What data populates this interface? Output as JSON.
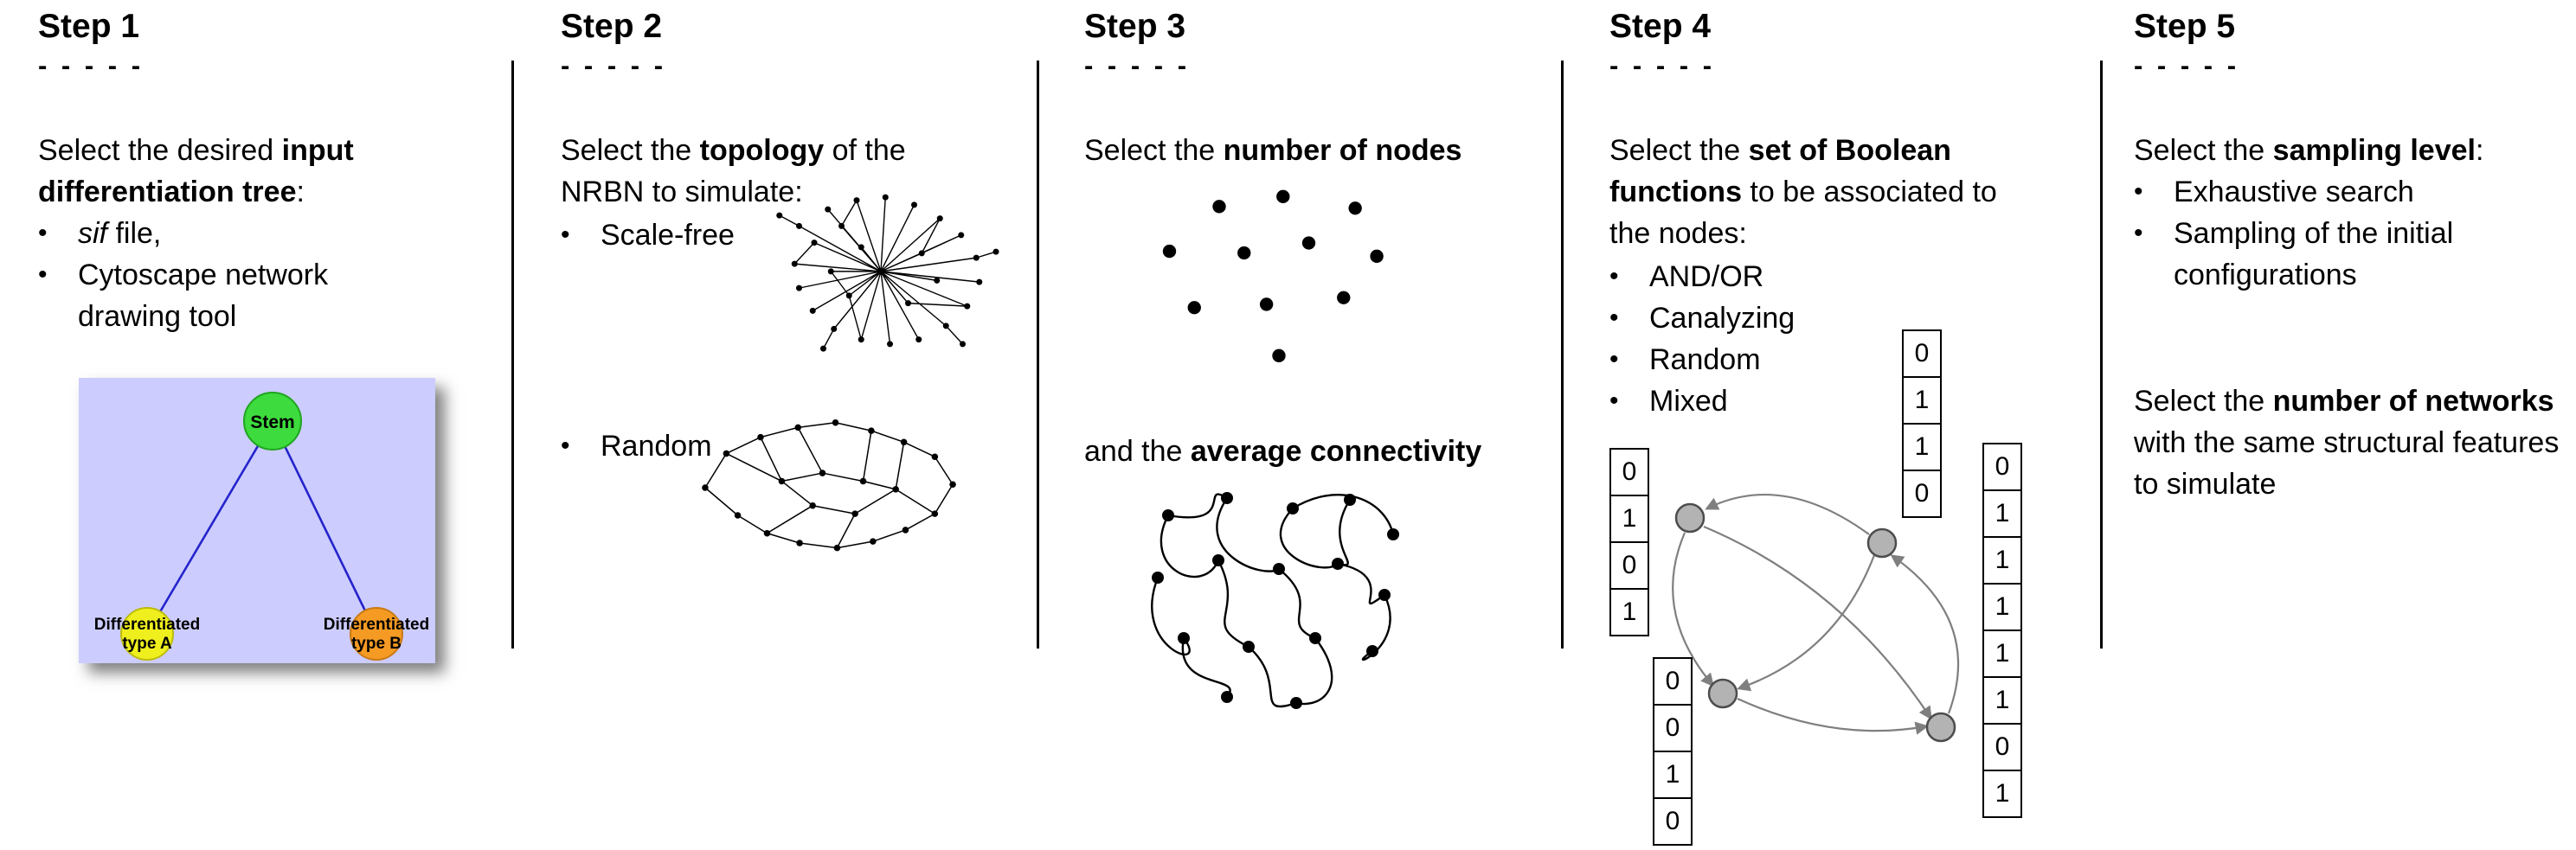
{
  "bullet_char": "•",
  "step1": {
    "title": "Step 1",
    "dashes": "- - - - -",
    "intro_pre": "Select the desired ",
    "intro_bold": "input differentiation tree",
    "intro_post": ":",
    "bullet1_italic": "sif",
    "bullet1_rest": " file,",
    "bullet2": "Cytoscape network drawing tool",
    "tree": {
      "stem_label": "Stem",
      "typeA_line1": "Differentiated",
      "typeA_line2": "type A",
      "typeB_line1": "Differentiated",
      "typeB_line2": "type B",
      "bg_color": "#ccccff",
      "stem_color": "#3ddb3d",
      "typeA_color": "#efef1e",
      "typeB_color": "#f59a23",
      "edge_color": "#2424cc"
    }
  },
  "step2": {
    "title": "Step 2",
    "dashes": "- - - - -",
    "intro_pre": "Select the ",
    "intro_bold": "topology",
    "intro_post": " of the NRBN to simulate:",
    "bullet1": "Scale-free",
    "bullet2": "Random"
  },
  "step3": {
    "title": "Step 3",
    "dashes": "- - - - -",
    "intro_pre": "Select the ",
    "intro_bold": "number of nodes",
    "second_pre": "and the ",
    "second_bold": "average connectivity"
  },
  "step4": {
    "title": "Step 4",
    "dashes": "- - - - -",
    "intro_pre": "Select the ",
    "intro_bold": "set of Boolean functions",
    "intro_post": " to be associated to the nodes:",
    "bullets": [
      "AND/OR",
      "Canalyzing",
      "Random",
      "Mixed"
    ],
    "tables": {
      "left": [
        "0",
        "1",
        "0",
        "1"
      ],
      "top": [
        "0",
        "1",
        "1",
        "0"
      ],
      "bottom_left": [
        "0",
        "0",
        "1",
        "0"
      ],
      "right": [
        "0",
        "1",
        "1",
        "1",
        "1",
        "1",
        "0",
        "1"
      ]
    }
  },
  "step5": {
    "title": "Step 5",
    "dashes": "- - - - -",
    "intro_pre": "Select the ",
    "intro_bold": "sampling level",
    "intro_post": ":",
    "bullet1": "Exhaustive search",
    "bullet2": "Sampling of the initial configurations",
    "second_pre": "Select the ",
    "second_bold": "number of networks",
    "second_post": " with the same structural features to simulate"
  }
}
